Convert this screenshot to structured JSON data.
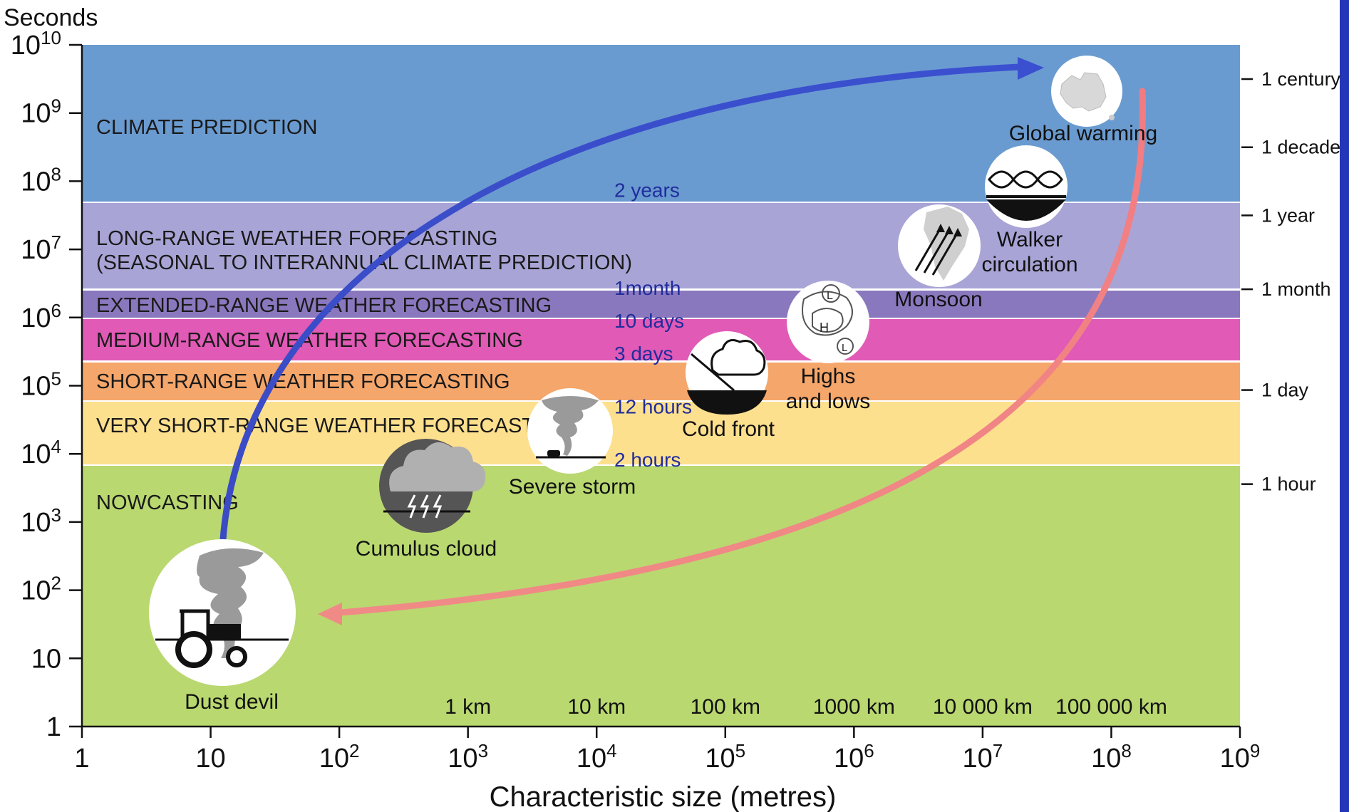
{
  "y_axis": {
    "title": "Seconds",
    "ticks": [
      {
        "base": "10",
        "exp": "10"
      },
      {
        "base": "10",
        "exp": "9"
      },
      {
        "base": "10",
        "exp": "8"
      },
      {
        "base": "10",
        "exp": "7"
      },
      {
        "base": "10",
        "exp": "6"
      },
      {
        "base": "10",
        "exp": "5"
      },
      {
        "base": "10",
        "exp": "4"
      },
      {
        "base": "10",
        "exp": "3"
      },
      {
        "base": "10",
        "exp": "2"
      },
      {
        "base": "10",
        "exp": ""
      },
      {
        "base": "1",
        "exp": ""
      }
    ]
  },
  "x_axis": {
    "title": "Characteristic size (metres)",
    "ticks": [
      {
        "base": "1",
        "exp": ""
      },
      {
        "base": "10",
        "exp": ""
      },
      {
        "base": "10",
        "exp": "2"
      },
      {
        "base": "10",
        "exp": "3"
      },
      {
        "base": "10",
        "exp": "4"
      },
      {
        "base": "10",
        "exp": "5"
      },
      {
        "base": "10",
        "exp": "6"
      },
      {
        "base": "10",
        "exp": "7"
      },
      {
        "base": "10",
        "exp": "8"
      },
      {
        "base": "10",
        "exp": "9"
      }
    ]
  },
  "bands": {
    "climate": {
      "label": "CLIMATE PREDICTION",
      "color": "#6a9bd0"
    },
    "long_range": {
      "line1": "LONG-RANGE WEATHER FORECASTING",
      "line2": "(SEASONAL TO INTERANNUAL CLIMATE PREDICTION)",
      "color": "#a8a4d6"
    },
    "extended_range": {
      "label": "EXTENDED-RANGE WEATHER FORECASTING",
      "color": "#8a78be"
    },
    "medium_range": {
      "label": "MEDIUM-RANGE WEATHER FORECASTING",
      "color": "#e05ab6"
    },
    "short_range": {
      "label": "SHORT-RANGE WEATHER FORECASTING",
      "color": "#f5a66a"
    },
    "very_short_range": {
      "label": "VERY SHORT-RANGE WEATHER FORECASTING",
      "color": "#fde08e"
    },
    "nowcasting": {
      "label": "NOWCASTING",
      "color": "#b9d870"
    }
  },
  "time_markers": [
    "2 years",
    "1month",
    "10 days",
    "3 days",
    "12 hours",
    "2 hours"
  ],
  "right_scale": [
    "1 century",
    "1 decade",
    "1 year",
    "1 month",
    "1 day",
    "1 hour"
  ],
  "distances": [
    "1 km",
    "10 km",
    "100 km",
    "1000 km",
    "10 000 km",
    "100 000 km"
  ],
  "phenomena": {
    "global_warming": "Global warming",
    "walker_1": "Walker",
    "walker_2": "circulation",
    "monsoon": "Monsoon",
    "highs_1": "Highs",
    "highs_2": "and lows",
    "cold_front": "Cold front",
    "severe_storm": "Severe storm",
    "cumulus": "Cumulus cloud",
    "dust_devil": "Dust devil"
  },
  "colors": {
    "border": "#2436b8",
    "arrow_up": "#3d4fc4",
    "arrow_down": "#f0878a"
  }
}
